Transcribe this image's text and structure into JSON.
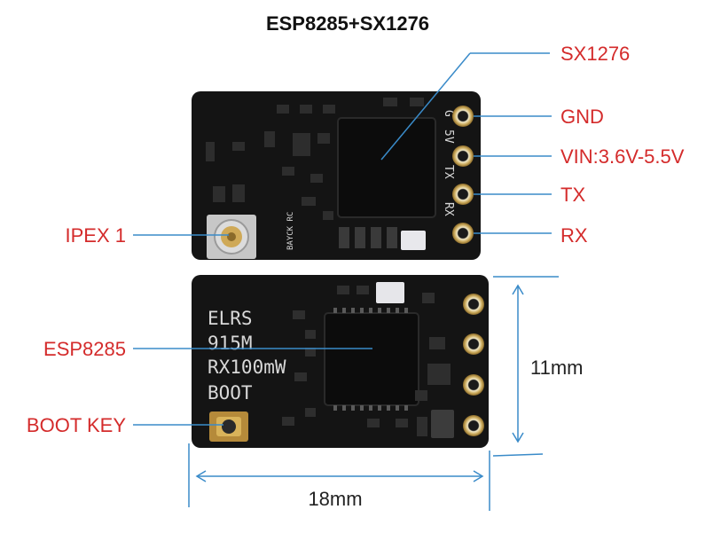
{
  "title": "ESP8285+SX1276",
  "labels": {
    "sx1276": "SX1276",
    "gnd": "GND",
    "vin": "VIN:3.6V-5.5V",
    "tx": "TX",
    "rx": "RX",
    "ipex": "IPEX 1",
    "esp8285": "ESP8285",
    "boot_key": "BOOT KEY"
  },
  "dimensions": {
    "height": "11mm",
    "width": "18mm"
  },
  "silkscreen": {
    "line1": "ELRS",
    "line2": "915M",
    "line3": "RX100mW",
    "boot": "BOOT",
    "brand": "BAYCK RC",
    "pin_g": "G",
    "pin_5v": "5V",
    "pin_tx": "TX",
    "pin_rx": "RX"
  },
  "colors": {
    "label_red": "#d42b2b",
    "line_blue": "#3a8bc9",
    "pcb": "#141414"
  }
}
